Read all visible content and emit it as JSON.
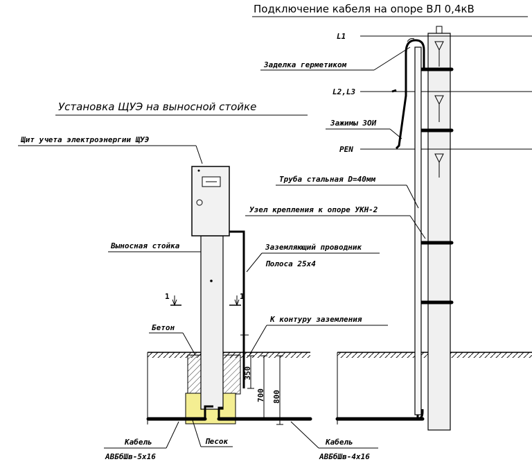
{
  "titles": {
    "right": "Подключение кабеля на опоре  ВЛ 0,4кВ",
    "left": "Установка ЩУЭ на выносной стойке"
  },
  "labels": {
    "l1": "L1",
    "sealant": "Заделка герметиком",
    "l2l3": "L2,L3",
    "clamps": "Зажимы ЗОИ",
    "pen": "PEN",
    "pipe": "Труба стальная D=40мм",
    "mount": "Узел крепления к опоре УКН-2",
    "meter_box": "Щит учета электроэнергии ЩУЭ",
    "stand": "Выносная стойка",
    "ground_cond": "Заземляющий проводник",
    "strip": "Полоса 25х4",
    "to_ground": "К контуру заземления",
    "concrete": "Бетон",
    "sand": "Песок",
    "cable_left": "Кабель",
    "cable_left_type": "АВБбШв-5х16",
    "cable_right": "Кабель",
    "cable_right_type": "АВБбШв-4х16",
    "section_mark_left": "1",
    "section_mark_right": "1"
  },
  "dimensions": {
    "d350": "350",
    "d700": "700",
    "d800": "800"
  }
}
